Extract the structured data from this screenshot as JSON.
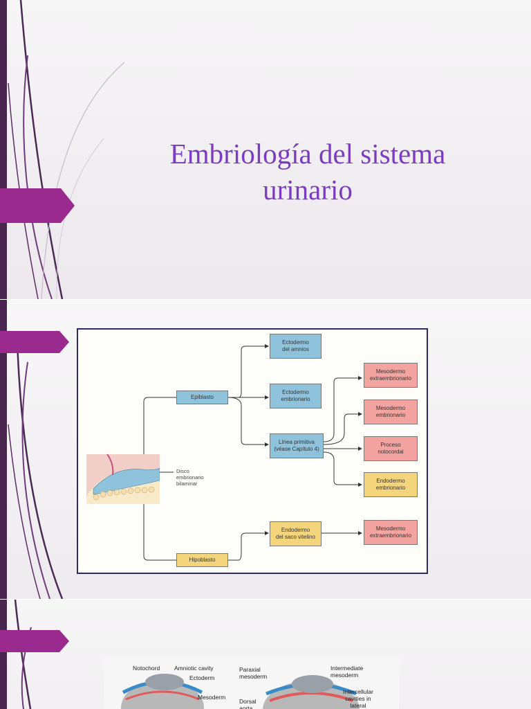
{
  "slide1": {
    "title": "Embriología del sistema urinario"
  },
  "slide2": {
    "disc_label": "Disco\nembrionario\nbilaminar",
    "boxes": {
      "epiblasto": "Epiblasto",
      "hipoblasto": "Hipoblasto",
      "ectodermo_amnios": "Ectodermo\ndel amnios",
      "ectodermo_embrionario": "Ectodermo\nembrionario",
      "linea_primitiva": "Línea primitiva\n(véase Capítulo 4)",
      "endodermo_saco": "Endodermo\ndel saco vitelino",
      "mesodermo_extra_1": "Mesodermo\nextraembrionario",
      "mesodermo_embrionario": "Mesodermo\nembrionario",
      "proceso_notocordal": "Proceso\nnotocordal",
      "endodermo_embrionario": "Endodermo\nembrionario",
      "mesodermo_extra_2": "Mesodermo\nextraembrionario"
    }
  },
  "slide3": {
    "labels": {
      "notochord": "Notochord",
      "amniotic_cavity": "Amniotic cavity",
      "ectoderm": "Ectoderm",
      "mesoderm": "Mesoderm",
      "paraxial": "Paraxial\nmesoderm",
      "intermediate": "Intermediate\nmesoderm",
      "intercellular": "Intercellular\ncavities in\nlateral",
      "dorsal": "Dorsal\naorta"
    }
  },
  "colors": {
    "title": "#7b3cc0",
    "accent_arrow": "#9a2a8e",
    "edge": "#4a2550",
    "box_blue": "#8fc3dc",
    "box_pink": "#f3a3a0",
    "box_yellow": "#f5d57c"
  },
  "icons": {
    "slide_arrow": "pentagon-arrow-icon"
  }
}
